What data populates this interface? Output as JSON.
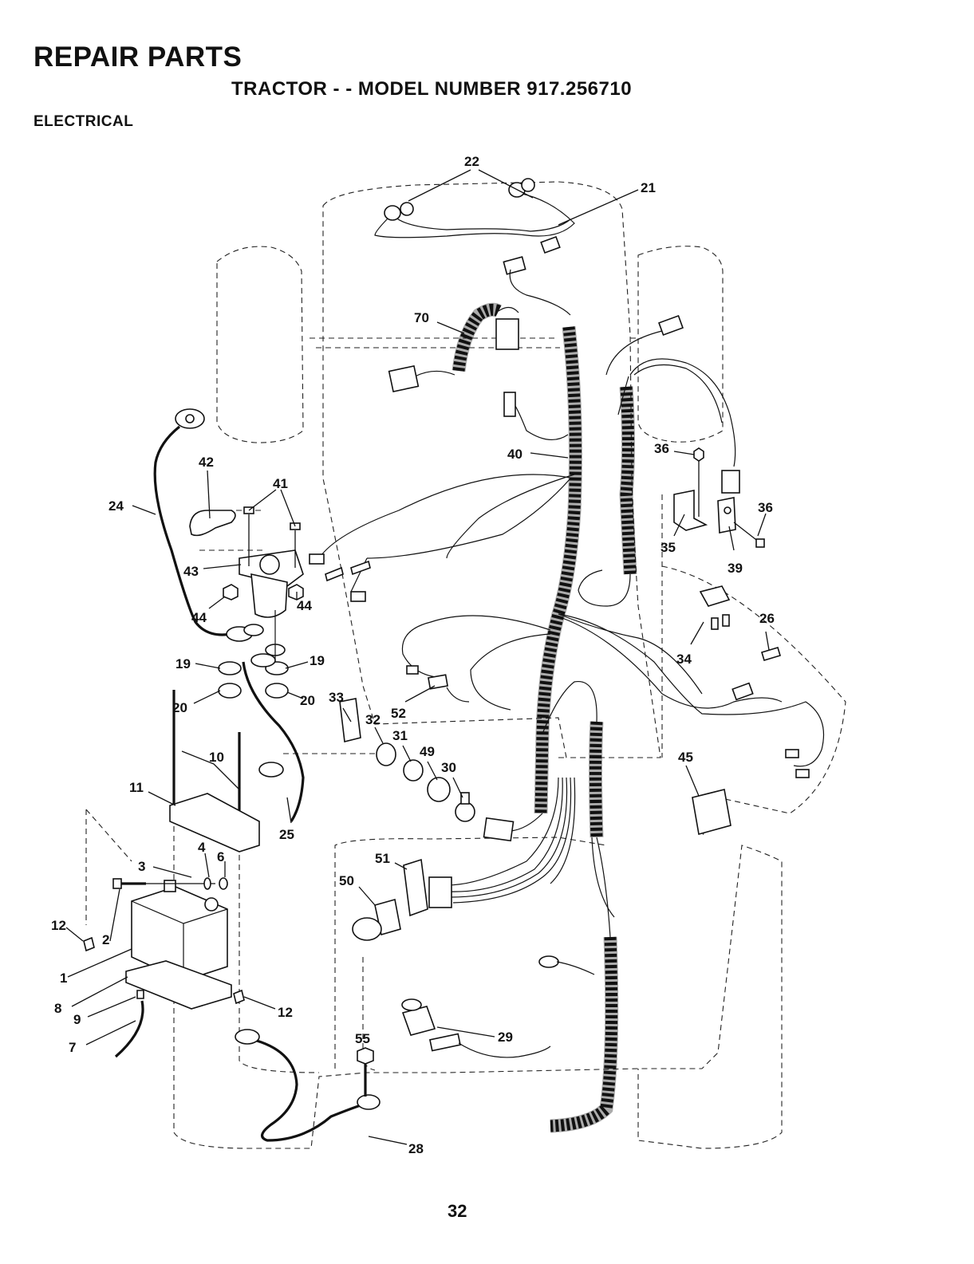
{
  "header": {
    "title": "REPAIR PARTS",
    "model": "TRACTOR - - MODEL NUMBER 917.256710",
    "section": "ELECTRICAL"
  },
  "callouts": {
    "c1": "1",
    "c2": "2",
    "c3": "3",
    "c4": "4",
    "c6": "6",
    "c7": "7",
    "c8": "8",
    "c9": "9",
    "c10": "10",
    "c11": "11",
    "c12a": "12",
    "c12b": "12",
    "c19a": "19",
    "c19b": "19",
    "c20a": "20",
    "c20b": "20",
    "c21": "21",
    "c22": "22",
    "c24": "24",
    "c25": "25",
    "c26": "26",
    "c28": "28",
    "c29": "29",
    "c30": "30",
    "c31": "31",
    "c32": "32",
    "c33": "33",
    "c34": "34",
    "c35": "35",
    "c36a": "36",
    "c36b": "36",
    "c39": "39",
    "c40": "40",
    "c41": "41",
    "c42": "42",
    "c43": "43",
    "c44a": "44",
    "c44b": "44",
    "c45": "45",
    "c49": "49",
    "c50": "50",
    "c51": "51",
    "c52": "52",
    "c55": "55",
    "c70": "70"
  },
  "footer": {
    "page_number": "32"
  }
}
